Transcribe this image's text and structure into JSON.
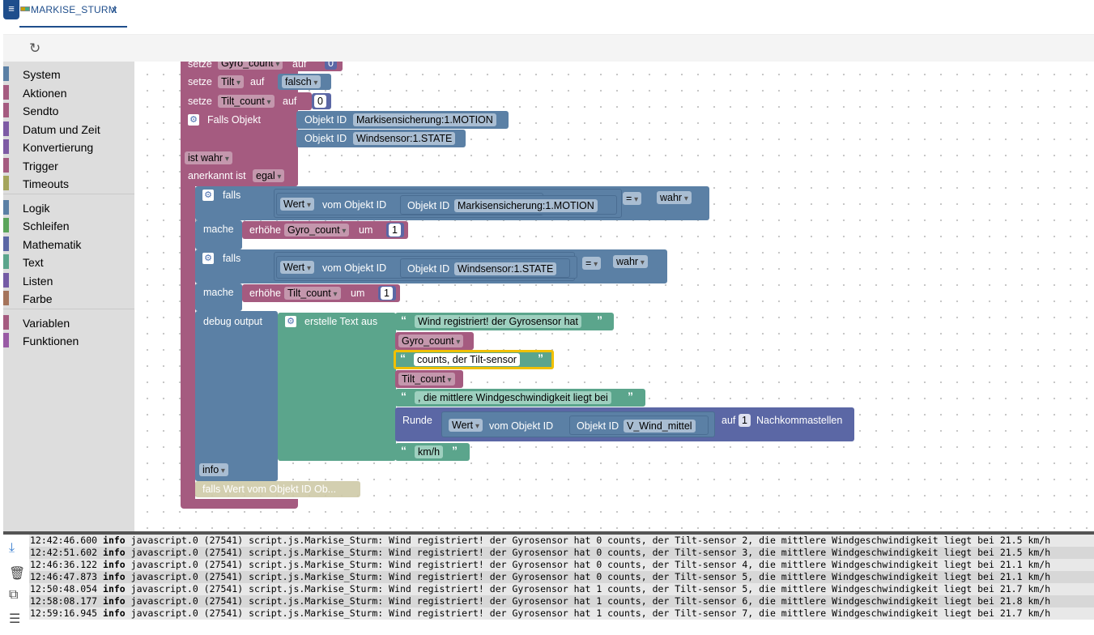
{
  "tab": {
    "title": "MARKISE_STURM",
    "close": "x"
  },
  "sidebar": {
    "groups": [
      [
        {
          "label": "System",
          "color": "#5b80a5"
        },
        {
          "label": "Aktionen",
          "color": "#a55b80"
        },
        {
          "label": "Sendto",
          "color": "#a55b80"
        },
        {
          "label": "Datum und Zeit",
          "color": "#7e5ba5"
        },
        {
          "label": "Konvertierung",
          "color": "#7e5ba5"
        },
        {
          "label": "Trigger",
          "color": "#a55b80"
        },
        {
          "label": "Timeouts",
          "color": "#a5a55b"
        }
      ],
      [
        {
          "label": "Logik",
          "color": "#5b80a5"
        },
        {
          "label": "Schleifen",
          "color": "#5ba55b"
        },
        {
          "label": "Mathematik",
          "color": "#5b67a5"
        },
        {
          "label": "Text",
          "color": "#5ba58c"
        },
        {
          "label": "Listen",
          "color": "#745ba5"
        },
        {
          "label": "Farbe",
          "color": "#a5745b"
        }
      ],
      [
        {
          "label": "Variablen",
          "color": "#a55b80"
        },
        {
          "label": "Funktionen",
          "color": "#995ba5"
        }
      ]
    ]
  },
  "blocks": {
    "setze": "setze",
    "auf": "auf",
    "gyro_count": "Gyro_count",
    "tilt": "Tilt",
    "tilt_count": "Tilt_count",
    "zero": "0",
    "falsch": "falsch",
    "falls_objekt": "Falls Objekt",
    "objekt_id": "Objekt ID",
    "oid_motion": "Markisensicherung:1.MOTION",
    "oid_wind": "Windsensor:1.STATE",
    "ist_wahr": "ist wahr",
    "anerkannt": "anerkannt ist",
    "egal": "egal",
    "falls": "falls",
    "mache": "mache",
    "wert": "Wert",
    "vom_objekt": "vom Objekt ID",
    "eq": "=",
    "wahr": "wahr",
    "erhoehe": "erhöhe",
    "um": "um",
    "one": "1",
    "debug": "debug output",
    "erstelle": "erstelle Text aus",
    "t1": "Wind registriert! der Gyrosensor hat",
    "t2": "counts, der Tilt-sensor",
    "t3": ", die mittlere Windgeschwindigkeit liegt bei",
    "t4": "km/h",
    "runde": "Runde",
    "oid_mittel": "V_Wind_mittel",
    "auf2": "auf",
    "nachkomma": "Nachkommastellen",
    "info": "info",
    "collapsed": "falls Wert vom Objekt ID Ob..."
  },
  "log": [
    {
      "time": "12:42:46.600",
      "level": "info",
      "msg": "javascript.0 (27541) script.js.Markise_Sturm: Wind registriert! der Gyrosensor hat 0 counts, der Tilt-sensor 2, die mittlere Windgeschwindigkeit liegt bei 21.5 km/h"
    },
    {
      "time": "12:42:51.602",
      "level": "info",
      "msg": "javascript.0 (27541) script.js.Markise_Sturm: Wind registriert! der Gyrosensor hat 0 counts, der Tilt-sensor 3, die mittlere Windgeschwindigkeit liegt bei 21.5 km/h"
    },
    {
      "time": "12:46:36.122",
      "level": "info",
      "msg": "javascript.0 (27541) script.js.Markise_Sturm: Wind registriert! der Gyrosensor hat 0 counts, der Tilt-sensor 4, die mittlere Windgeschwindigkeit liegt bei 21.1 km/h"
    },
    {
      "time": "12:46:47.873",
      "level": "info",
      "msg": "javascript.0 (27541) script.js.Markise_Sturm: Wind registriert! der Gyrosensor hat 0 counts, der Tilt-sensor 5, die mittlere Windgeschwindigkeit liegt bei 21.1 km/h"
    },
    {
      "time": "12:50:48.054",
      "level": "info",
      "msg": "javascript.0 (27541) script.js.Markise_Sturm: Wind registriert! der Gyrosensor hat 1 counts, der Tilt-sensor 5, die mittlere Windgeschwindigkeit liegt bei 21.7 km/h"
    },
    {
      "time": "12:58:08.177",
      "level": "info",
      "msg": "javascript.0 (27541) script.js.Markise_Sturm: Wind registriert! der Gyrosensor hat 1 counts, der Tilt-sensor 6, die mittlere Windgeschwindigkeit liegt bei 21.8 km/h"
    },
    {
      "time": "12:59:16.945",
      "level": "info",
      "msg": "javascript.0 (27541) script.js.Markise_Sturm: Wind registriert! der Gyrosensor hat 1 counts, der Tilt-sensor 7, die mittlere Windgeschwindigkeit liegt bei 21.7 km/h"
    }
  ],
  "icons": {
    "menu": "menu-icon",
    "refresh": "refresh-icon",
    "download": "download-icon",
    "trash": "trash-icon",
    "copy": "copy-icon",
    "wrap": "wrap-icon",
    "gear": "gear-icon"
  }
}
